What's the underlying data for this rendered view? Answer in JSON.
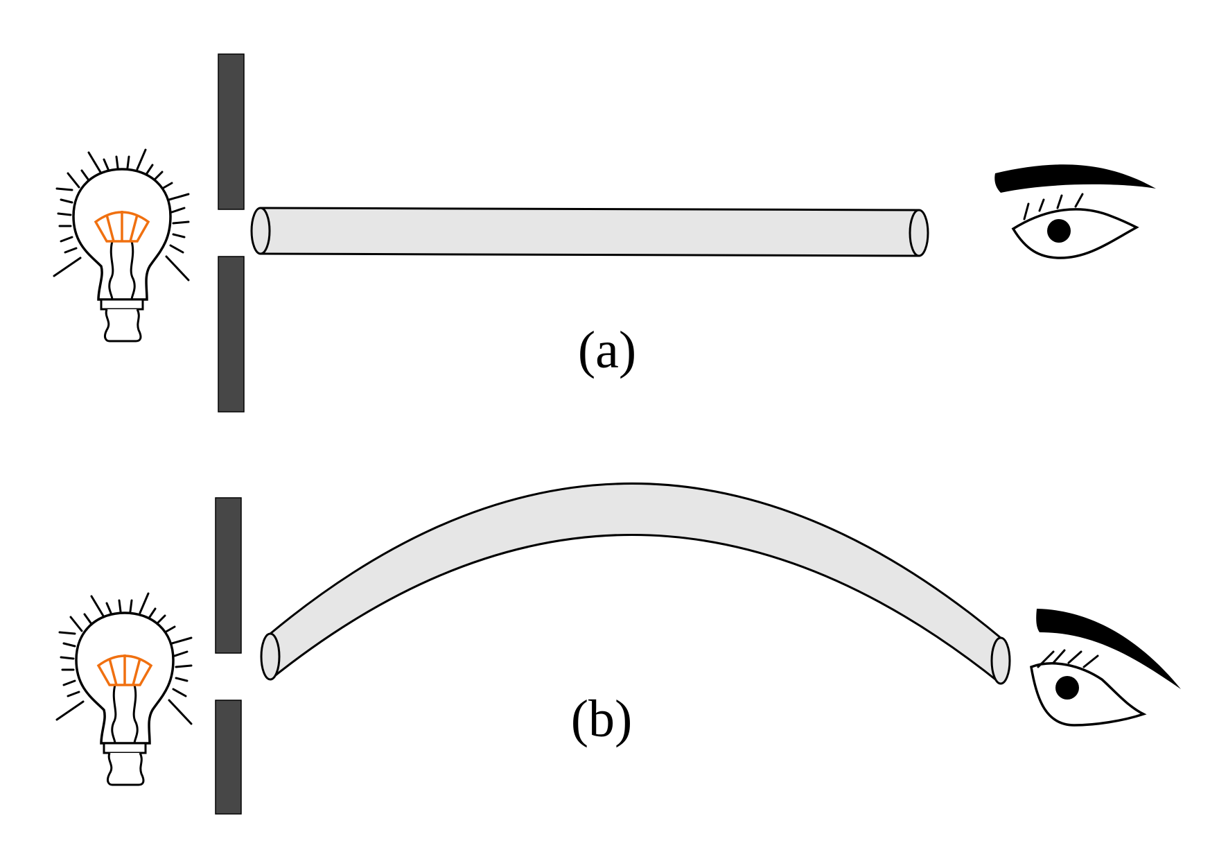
{
  "figure": {
    "panels": [
      {
        "id": "a",
        "label": "(a)",
        "tube": "straight"
      },
      {
        "id": "b",
        "label": "(b)",
        "tube": "curved"
      }
    ]
  },
  "colors": {
    "wall": "#474747",
    "tube_fill": "#e6e6e6",
    "filament": "#f07010",
    "stroke": "#000000"
  },
  "icons": [
    "light-bulb-icon",
    "eye-icon"
  ]
}
